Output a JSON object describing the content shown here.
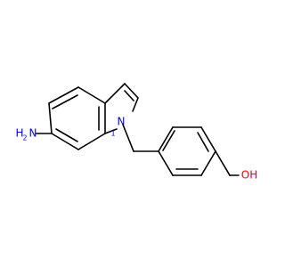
{
  "molecule": {
    "colors": {
      "bond": "#000000",
      "nitrogen": "#0000ff",
      "oxygen": "#ff0000"
    },
    "labels": {
      "amine_h": "H",
      "amine_h_sub": "2",
      "amine_n": "N",
      "indole_n": "N",
      "indole_n_locant": "1",
      "hydroxyl": "OH"
    }
  }
}
